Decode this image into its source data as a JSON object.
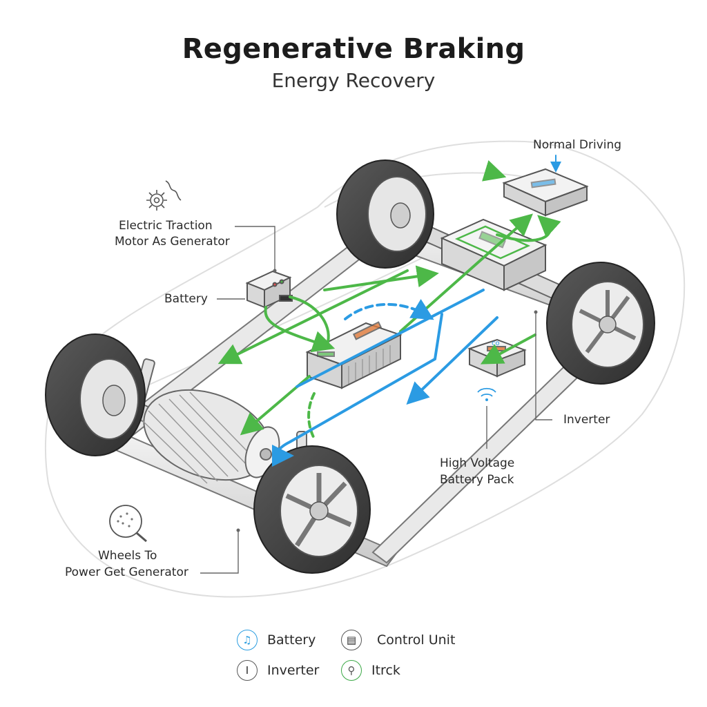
{
  "header": {
    "title": "Regenerative Braking",
    "subtitle": "Energy Recovery"
  },
  "labels": {
    "normal_driving": "Normal Driving",
    "motor_line1": "Electric Traction",
    "motor_line2": "Motor As Generator",
    "battery": "Battery",
    "inverter": "Inverter",
    "hv_line1": "High Voltage",
    "hv_line2": "Battery Pack",
    "wheels_line1": "Wheels To",
    "wheels_line2": "Power Get Generator"
  },
  "legend": {
    "items": [
      {
        "label": "Battery",
        "icon": "battery-icon",
        "color": "#2a9de0"
      },
      {
        "label": "Control Unit",
        "icon": "control-unit-icon",
        "color": "#555555"
      },
      {
        "label": "Inverter",
        "icon": "inverter-icon",
        "color": "#555555"
      },
      {
        "label": "Itrck",
        "icon": "magnifier-icon",
        "color": "#3aa845"
      }
    ]
  },
  "colors": {
    "energy_green": "#4db848",
    "energy_blue": "#2b9be3",
    "outline": "#555555",
    "body_outline": "#dcdcdc"
  }
}
